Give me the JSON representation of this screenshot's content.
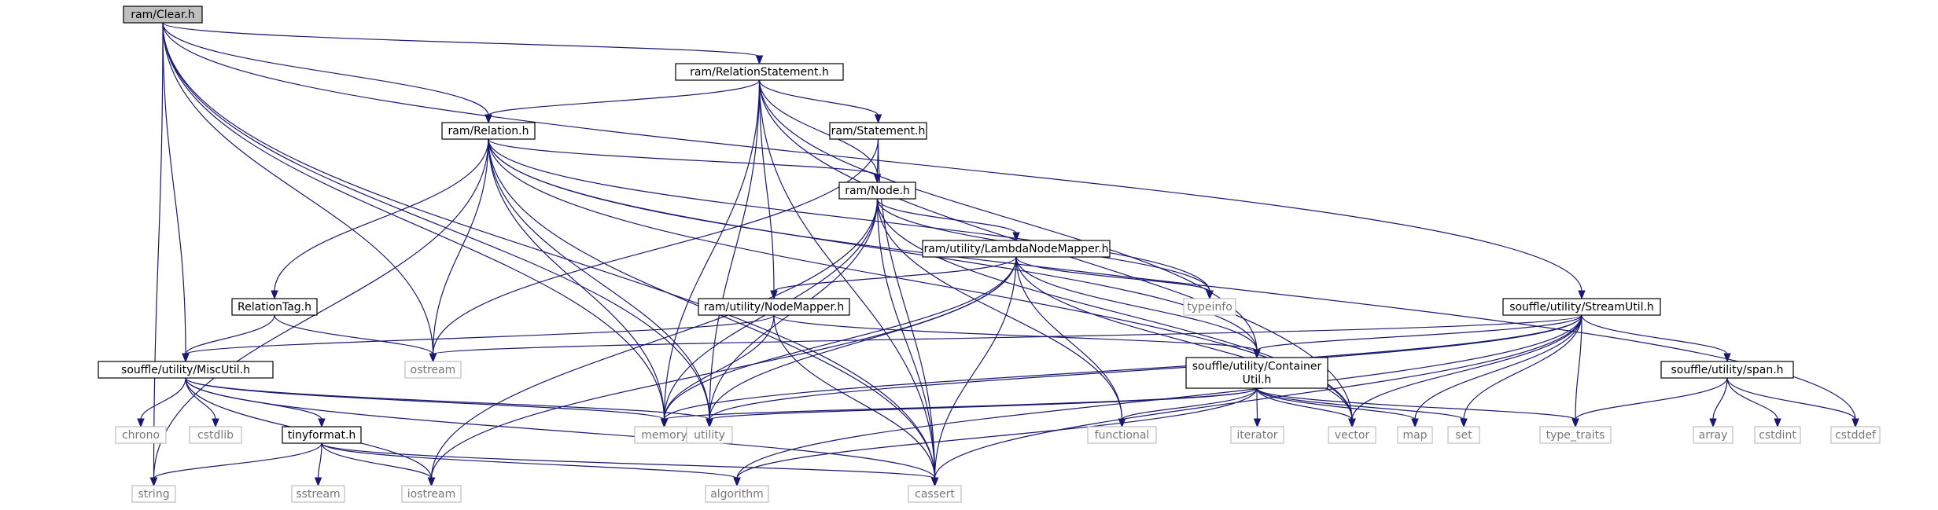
{
  "nodes": [
    {
      "id": "clear",
      "kind": "root",
      "lines": [
        "ram/Clear.h"
      ]
    },
    {
      "id": "relstmt",
      "kind": "proj",
      "lines": [
        "ram/RelationStatement.h"
      ]
    },
    {
      "id": "relation",
      "kind": "proj",
      "lines": [
        "ram/Relation.h"
      ]
    },
    {
      "id": "statement",
      "kind": "proj",
      "lines": [
        "ram/Statement.h"
      ]
    },
    {
      "id": "node",
      "kind": "proj",
      "lines": [
        "ram/Node.h"
      ]
    },
    {
      "id": "lambda",
      "kind": "proj",
      "lines": [
        "ram/utility/LambdaNodeMapper.h"
      ]
    },
    {
      "id": "reltag",
      "kind": "proj",
      "lines": [
        "RelationTag.h"
      ]
    },
    {
      "id": "nodemapper",
      "kind": "proj",
      "lines": [
        "ram/utility/NodeMapper.h"
      ]
    },
    {
      "id": "streamutil",
      "kind": "proj",
      "lines": [
        "souffle/utility/StreamUtil.h"
      ]
    },
    {
      "id": "miscutil",
      "kind": "proj",
      "lines": [
        "souffle/utility/MiscUtil.h"
      ]
    },
    {
      "id": "container",
      "kind": "proj",
      "lines": [
        "souffle/utility/Container",
        "Util.h"
      ]
    },
    {
      "id": "span",
      "kind": "proj",
      "lines": [
        "souffle/utility/span.h"
      ]
    },
    {
      "id": "tinyformat",
      "kind": "proj",
      "lines": [
        "tinyformat.h"
      ]
    },
    {
      "id": "typeinfo",
      "kind": "sys",
      "lines": [
        "typeinfo"
      ]
    },
    {
      "id": "ostream",
      "kind": "sys",
      "lines": [
        "ostream"
      ]
    },
    {
      "id": "chrono",
      "kind": "sys",
      "lines": [
        "chrono"
      ]
    },
    {
      "id": "cstdlib",
      "kind": "sys",
      "lines": [
        "cstdlib"
      ]
    },
    {
      "id": "memory",
      "kind": "sys",
      "lines": [
        "memory"
      ]
    },
    {
      "id": "utility",
      "kind": "sys",
      "lines": [
        "utility"
      ]
    },
    {
      "id": "functional",
      "kind": "sys",
      "lines": [
        "functional"
      ]
    },
    {
      "id": "iterator",
      "kind": "sys",
      "lines": [
        "iterator"
      ]
    },
    {
      "id": "vector",
      "kind": "sys",
      "lines": [
        "vector"
      ]
    },
    {
      "id": "map",
      "kind": "sys",
      "lines": [
        "map"
      ]
    },
    {
      "id": "set",
      "kind": "sys",
      "lines": [
        "set"
      ]
    },
    {
      "id": "type_traits",
      "kind": "sys",
      "lines": [
        "type_traits"
      ]
    },
    {
      "id": "array",
      "kind": "sys",
      "lines": [
        "array"
      ]
    },
    {
      "id": "cstdint",
      "kind": "sys",
      "lines": [
        "cstdint"
      ]
    },
    {
      "id": "cstddef",
      "kind": "sys",
      "lines": [
        "cstddef"
      ]
    },
    {
      "id": "string",
      "kind": "sys",
      "lines": [
        "string"
      ]
    },
    {
      "id": "sstream",
      "kind": "sys",
      "lines": [
        "sstream"
      ]
    },
    {
      "id": "iostream",
      "kind": "sys",
      "lines": [
        "iostream"
      ]
    },
    {
      "id": "algorithm",
      "kind": "sys",
      "lines": [
        "algorithm"
      ]
    },
    {
      "id": "cassert",
      "kind": "sys",
      "lines": [
        "cassert"
      ]
    }
  ],
  "edges": [
    [
      "clear",
      "relstmt"
    ],
    [
      "clear",
      "relation"
    ],
    [
      "clear",
      "streamutil"
    ],
    [
      "clear",
      "miscutil"
    ],
    [
      "clear",
      "memory"
    ],
    [
      "clear",
      "utility"
    ],
    [
      "clear",
      "ostream"
    ],
    [
      "clear",
      "string"
    ],
    [
      "clear",
      "cassert"
    ],
    [
      "relstmt",
      "relation"
    ],
    [
      "relstmt",
      "statement"
    ],
    [
      "relstmt",
      "node"
    ],
    [
      "relstmt",
      "nodemapper"
    ],
    [
      "relstmt",
      "container"
    ],
    [
      "relstmt",
      "memory"
    ],
    [
      "relstmt",
      "utility"
    ],
    [
      "relstmt",
      "vector"
    ],
    [
      "relstmt",
      "cassert"
    ],
    [
      "relation",
      "node"
    ],
    [
      "relation",
      "reltag"
    ],
    [
      "relation",
      "container"
    ],
    [
      "relation",
      "memory"
    ],
    [
      "relation",
      "utility"
    ],
    [
      "relation",
      "ostream"
    ],
    [
      "relation",
      "string"
    ],
    [
      "relation",
      "cassert"
    ],
    [
      "relation",
      "vector"
    ],
    [
      "relation",
      "cstddef"
    ],
    [
      "relation",
      "typeinfo"
    ],
    [
      "statement",
      "node"
    ],
    [
      "statement",
      "ostream"
    ],
    [
      "statement",
      "cassert"
    ],
    [
      "node",
      "lambda"
    ],
    [
      "node",
      "memory"
    ],
    [
      "node",
      "utility"
    ],
    [
      "node",
      "typeinfo"
    ],
    [
      "node",
      "vector"
    ],
    [
      "node",
      "functional"
    ],
    [
      "node",
      "iostream"
    ],
    [
      "node",
      "cassert"
    ],
    [
      "lambda",
      "nodemapper"
    ],
    [
      "lambda",
      "container"
    ],
    [
      "lambda",
      "memory"
    ],
    [
      "lambda",
      "utility"
    ],
    [
      "lambda",
      "functional"
    ],
    [
      "lambda",
      "vector"
    ],
    [
      "lambda",
      "cassert"
    ],
    [
      "lambda",
      "typeinfo"
    ],
    [
      "lambda",
      "iostream"
    ],
    [
      "reltag",
      "miscutil"
    ],
    [
      "reltag",
      "ostream"
    ],
    [
      "nodemapper",
      "container"
    ],
    [
      "nodemapper",
      "miscutil"
    ],
    [
      "nodemapper",
      "memory"
    ],
    [
      "nodemapper",
      "cassert"
    ],
    [
      "streamutil",
      "container"
    ],
    [
      "streamutil",
      "span"
    ],
    [
      "streamutil",
      "ostream"
    ],
    [
      "streamutil",
      "memory"
    ],
    [
      "streamutil",
      "utility"
    ],
    [
      "streamutil",
      "vector"
    ],
    [
      "streamutil",
      "map"
    ],
    [
      "streamutil",
      "set"
    ],
    [
      "streamutil",
      "type_traits"
    ],
    [
      "streamutil",
      "algorithm"
    ],
    [
      "streamutil",
      "cassert"
    ],
    [
      "miscutil",
      "tinyformat"
    ],
    [
      "miscutil",
      "chrono"
    ],
    [
      "miscutil",
      "cstdlib"
    ],
    [
      "miscutil",
      "memory"
    ],
    [
      "miscutil",
      "utility"
    ],
    [
      "miscutil",
      "iostream"
    ],
    [
      "miscutil",
      "cassert"
    ],
    [
      "container",
      "memory"
    ],
    [
      "container",
      "utility"
    ],
    [
      "container",
      "functional"
    ],
    [
      "container",
      "iterator"
    ],
    [
      "container",
      "vector"
    ],
    [
      "container",
      "map"
    ],
    [
      "container",
      "set"
    ],
    [
      "container",
      "type_traits"
    ],
    [
      "container",
      "algorithm"
    ],
    [
      "span",
      "type_traits"
    ],
    [
      "span",
      "array"
    ],
    [
      "span",
      "cstdint"
    ],
    [
      "span",
      "cstddef"
    ],
    [
      "tinyformat",
      "string"
    ],
    [
      "tinyformat",
      "sstream"
    ],
    [
      "tinyformat",
      "iostream"
    ],
    [
      "tinyformat",
      "algorithm"
    ],
    [
      "tinyformat",
      "cassert"
    ]
  ],
  "colors": {
    "edge": "#191970",
    "root_fill": "#bfbfbf",
    "sys_border": "#bfbfbf",
    "sys_text": "#777777"
  }
}
